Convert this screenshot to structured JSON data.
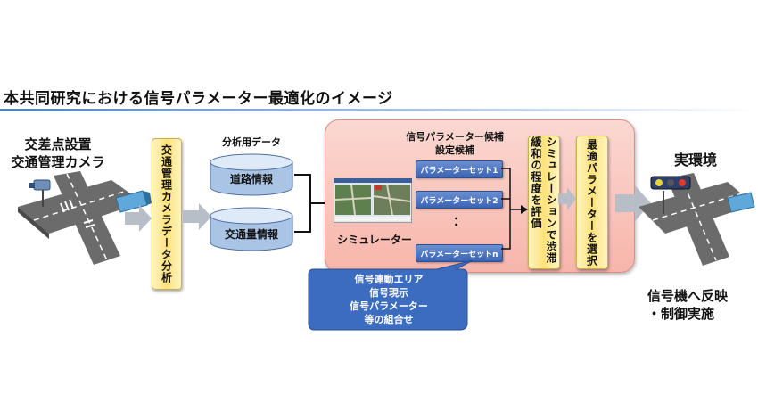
{
  "title": "本共同研究における信号パラメーター最適化のイメージ",
  "left_caption": {
    "line1": "交差点設置",
    "line2": "交通管理カメラ"
  },
  "analysis_box": "交通管理カメラデータ分析",
  "data_heading": "分析用データ",
  "databases": [
    "道路情報",
    "交通量情報"
  ],
  "candidates_heading": {
    "line1": "信号パラメーター候補",
    "line2": "設定候補"
  },
  "param_sets": [
    "パラメーターセット1",
    "パラメーターセット2",
    "パラメーターセットn"
  ],
  "ellipsis": "：",
  "simulator_label": "シミュレーター",
  "evaluate_box": "シミュレーションで渋滞緩和の程度を評価",
  "select_box": "最適パラメーターを選択",
  "real_env": "実環境",
  "callout": [
    "信号連動エリア",
    "信号現示",
    "信号パラメーター",
    "等の組合せ"
  ],
  "result": {
    "line1": "信号機へ反映",
    "line2": "・制御実施"
  },
  "colors": {
    "accent_blue": "#4f81bd",
    "panel_pink": "#f7b5aa",
    "box_yellow": "#fde27a",
    "param_blue": "#3a63b3",
    "callout_blue": "#3b6cc0"
  },
  "icons": [
    "intersection-icon",
    "camera-icon",
    "truck-icon",
    "traffic-light-icon",
    "database-icon",
    "arrow-icon"
  ]
}
